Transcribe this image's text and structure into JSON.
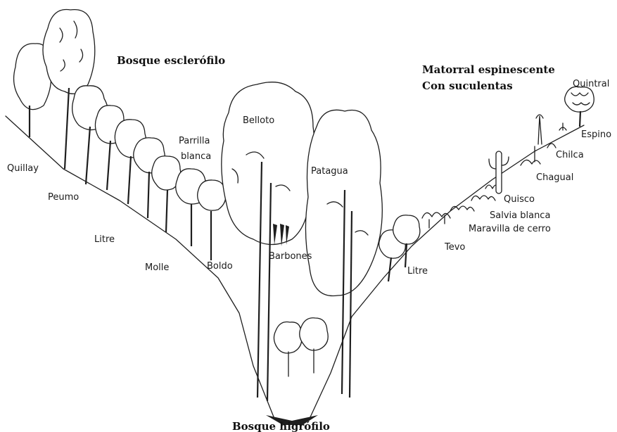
{
  "headings": {
    "bosque_esclerofilo": "Bosque esclerófilo",
    "matorral_line1": "Matorral espinescente",
    "matorral_line2": "Con suculentas",
    "bosque_higrofilo": "Bosque higrófilo"
  },
  "plants": {
    "quillay": "Quillay",
    "peumo": "Peumo",
    "litre_left": "Litre",
    "molle": "Molle",
    "boldo": "Boldo",
    "parrilla_line1": "Parrilla",
    "parrilla_line2": "blanca",
    "belloto": "Belloto",
    "barbones": "Barbones",
    "patagua": "Patagua",
    "litre_right": "Litre",
    "tevo": "Tevo",
    "maravilla": "Maravilla de cerro",
    "salvia": "Salvia blanca",
    "quisco": "Quisco",
    "chagual": "Chagual",
    "chilca": "Chilca",
    "espino": "Espino",
    "quintral": "Quintral"
  },
  "colors": {
    "ink": "#1e1e1e",
    "background": "#ffffff"
  }
}
